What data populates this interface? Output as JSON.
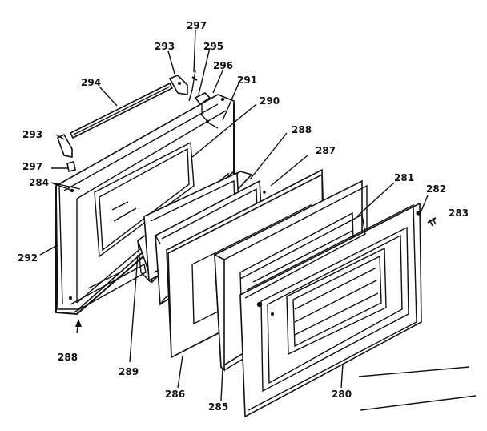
{
  "diagram": {
    "labels": {
      "l297a": "297",
      "l293a": "293",
      "l295": "295",
      "l296": "296",
      "l294": "294",
      "l291": "291",
      "l290": "290",
      "l293b": "293",
      "l288a": "288",
      "l287": "287",
      "l297b": "297",
      "l284": "284",
      "l281": "281",
      "l282": "282",
      "l283": "283",
      "l292": "292",
      "l288b": "288",
      "l289": "289",
      "l286": "286",
      "l285": "285",
      "l280": "280"
    }
  }
}
